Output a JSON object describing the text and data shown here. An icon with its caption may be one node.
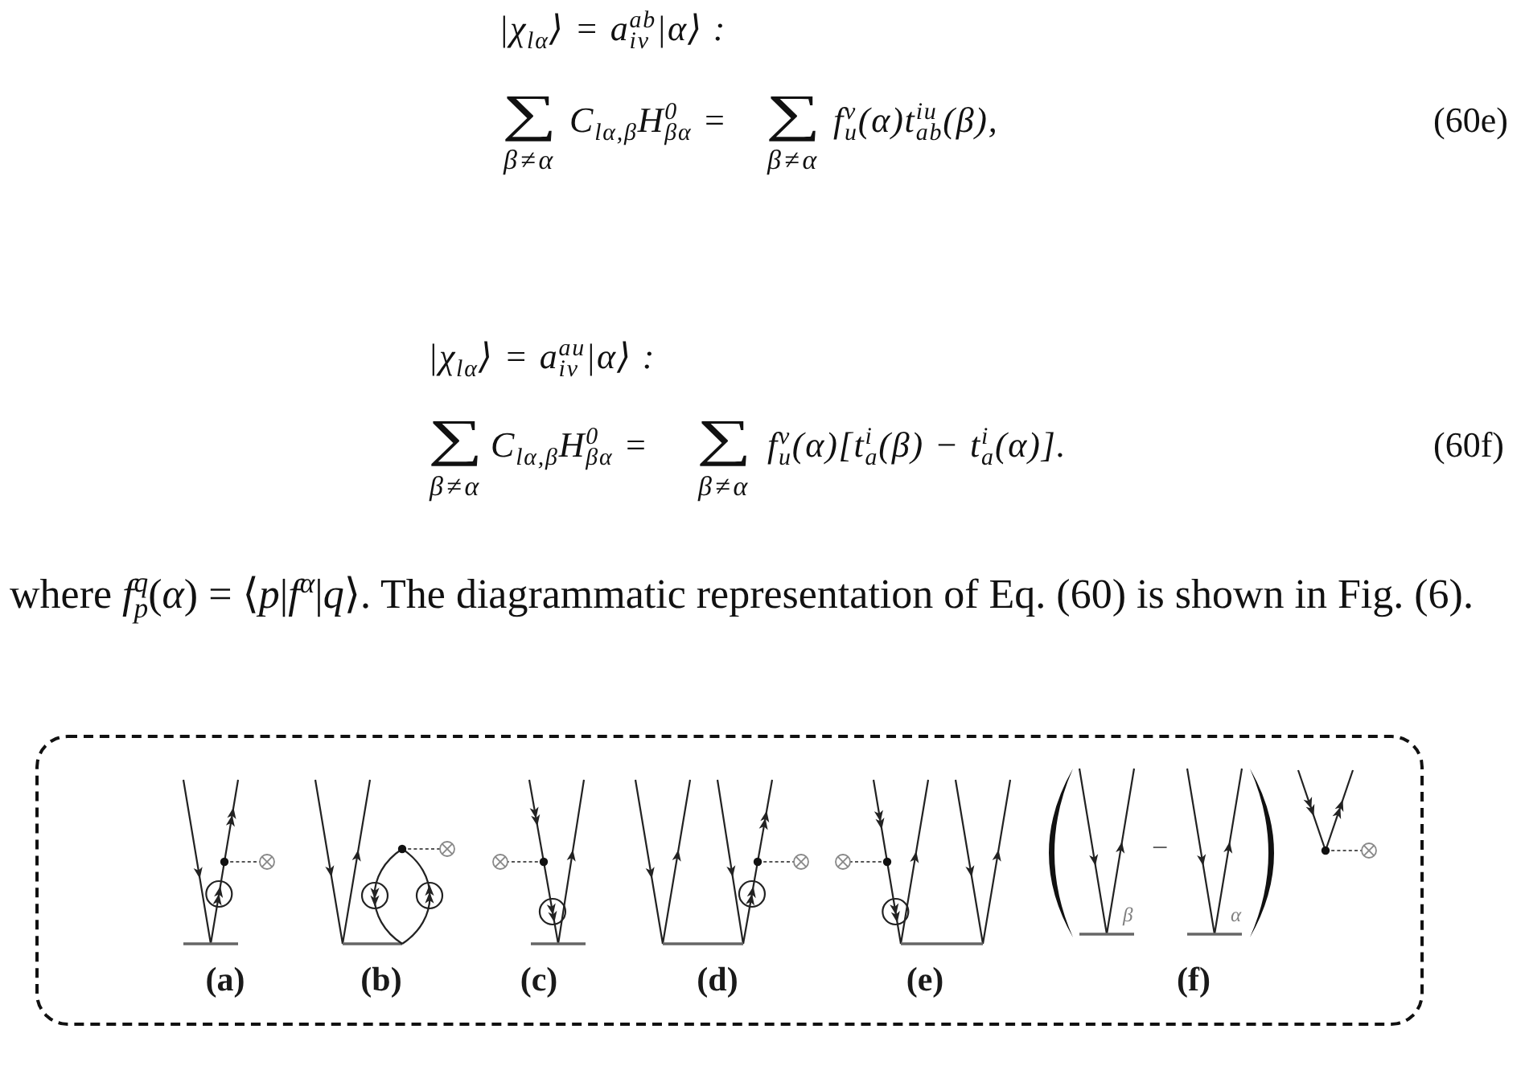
{
  "diagram": {
    "nodes": [
      {
        "text": [
          "−",
          "β",
          "α",
          "(a)",
          "(b)",
          "(c)",
          "(d)",
          "(e)",
          "(f)"
        ]
      }
    ],
    "labels": [
      "|χ$_{lα}$⟩ = a$_{iv}$$^{ab}$|α⟩ :",
      "∑",
      "β≠α",
      "C$_{lα,β}$H$_{βα}$$^{0}$ =",
      "∑",
      "β≠α",
      "f$_{u}$$^{v}$(α)t$_{ab}$$^{iu}$(β),",
      "(60e)",
      "|χ$_{lα}$⟩ = a$_{iv}$$^{au}$|α⟩ :",
      "∑",
      "β≠α",
      "C$_{lα,β}$H$_{βα}$$^{0}$ =",
      "∑",
      "β≠α",
      "f$_{u}$$^{v}$(α)[t$_{a}$$^{i}$(β) − t$_{a}$$^{i}$(α)].",
      "(60f)",
      "where *f*$_{p}$$^{q}$(*α*) = ⟨*p*|*f*$^{α}$|*q*⟩. The diagrammatic representation of Eq. (60) is shown in Fig. (6)."
    ]
  }
}
